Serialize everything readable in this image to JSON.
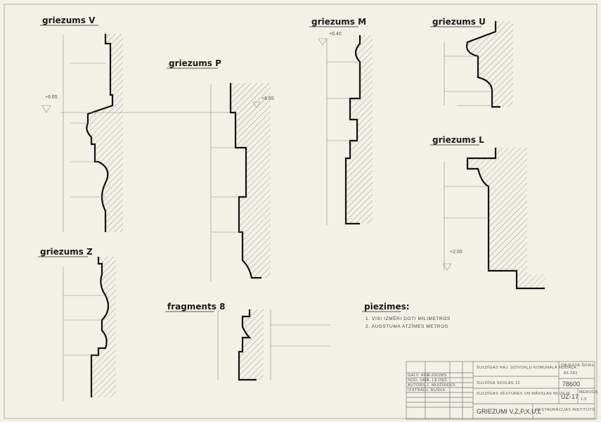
{
  "sections": {
    "v": "griezums V",
    "p": "griezums P",
    "m": "griezums M",
    "u": "griezums U",
    "l": "griezums L",
    "z": "griezums Z",
    "fragment": "fragments 8"
  },
  "levels": {
    "v": "+6.65",
    "p": "+6.65",
    "m": "+6.40",
    "l": "+2.00"
  },
  "notes": {
    "title": "piezimes:",
    "items": [
      "1. VISI IZMĒRI DOTI MILIMETROS",
      "2. AUGSTUMA ATZĪMES METROS"
    ]
  },
  "title_block": {
    "project": "SULDĪGAS RAJ. DZĪVOKĻU KOMUNĀLĀ NODAĻA",
    "building": "SULDĪGA SKOLAS 12",
    "object": "SULDĪGAS VĒSTURES UN MĀKSLAS MUZEJS",
    "sheet_title": "GRIEZUMI V,Z,P,X,U,L",
    "organization": "RESTAURĀCIJAS INSTITŪTS",
    "order_label": "OBJEKTA ŠIFRS",
    "order_no": "85-283",
    "code": "78600",
    "sheet_code": "UZ-17",
    "scale_label": "MĒROGS",
    "scale": "1:5",
    "roles": [
      "GALV. ARH.",
      "NOD. VAD.",
      "AUTORS",
      "IZSTRĀD."
    ],
    "names": [
      "J. KRUMS",
      "A. LEJIŅŠ",
      "J. MUIŽNIEKS",
      "I. BUŠKA"
    ]
  }
}
